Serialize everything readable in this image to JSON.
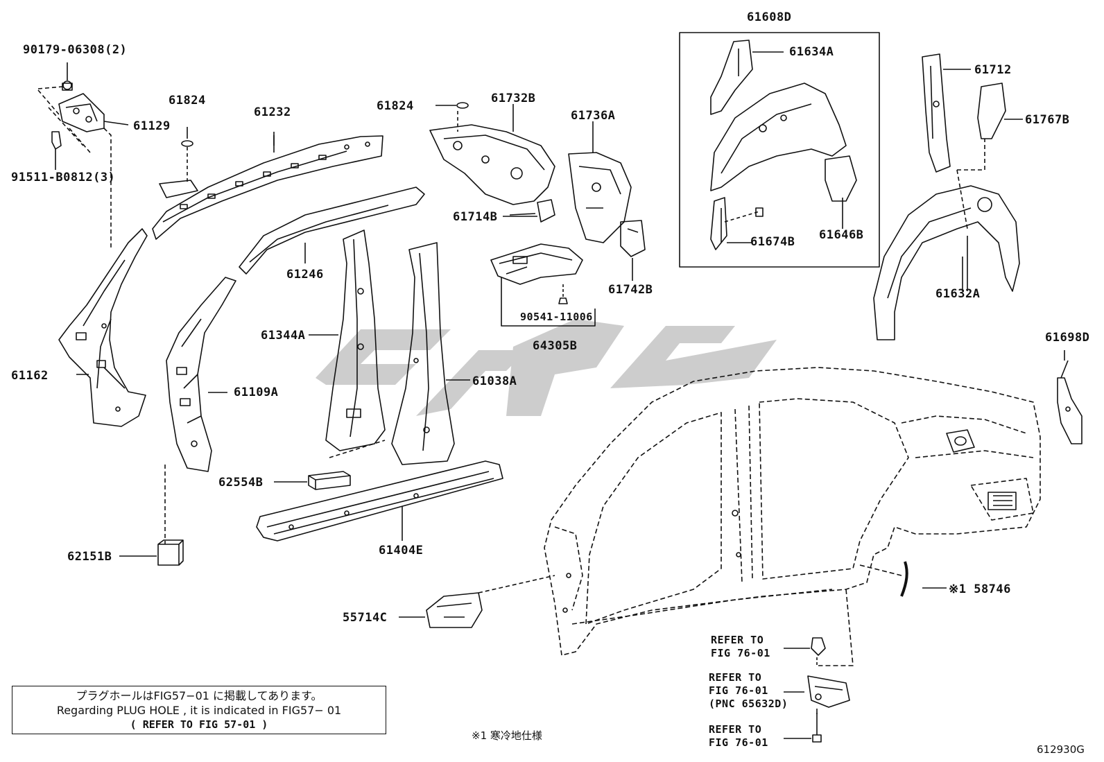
{
  "parts": {
    "p90179": "90179-06308(2)",
    "p61129": "61129",
    "p91511": "91511-B0812(3)",
    "p61824a": "61824",
    "p61232": "61232",
    "p61162": "61162",
    "p61109a": "61109A",
    "p61246": "61246",
    "p61344a": "61344A",
    "p61038a": "61038A",
    "p62554b": "62554B",
    "p61404e": "61404E",
    "p62151b": "62151B",
    "p61824b": "61824",
    "p61732b": "61732B",
    "p61736a": "61736A",
    "p61714b": "61714B",
    "p61742b": "61742B",
    "p90541": "90541-11006",
    "p64305b": "64305B",
    "p61608d": "61608D",
    "p61634a": "61634A",
    "p61674b": "61674B",
    "p61646b": "61646B",
    "p61712": "61712",
    "p61767b": "61767B",
    "p61632a": "61632A",
    "p61698d": "61698D",
    "p58746": "※1 58746",
    "p55714c": "55714C"
  },
  "refer": {
    "r1_line1": "REFER TO",
    "r1_line2": "FIG 76-01",
    "r2_line1": "REFER TO",
    "r2_line2": "FIG 76-01",
    "r2_line3": "(PNC 65632D)",
    "r3_line1": "REFER TO",
    "r3_line2": "FIG 76-01"
  },
  "note": {
    "line1": "プラグホールはFIG57−01 に掲載してあります。",
    "line2": "Regarding PLUG HOLE , it is indicated in FIG57− 01",
    "line3": "(    REFER TO FIG 57-01  )"
  },
  "footnote": "※1  寒冷地仕様",
  "figure_number": "612930G"
}
